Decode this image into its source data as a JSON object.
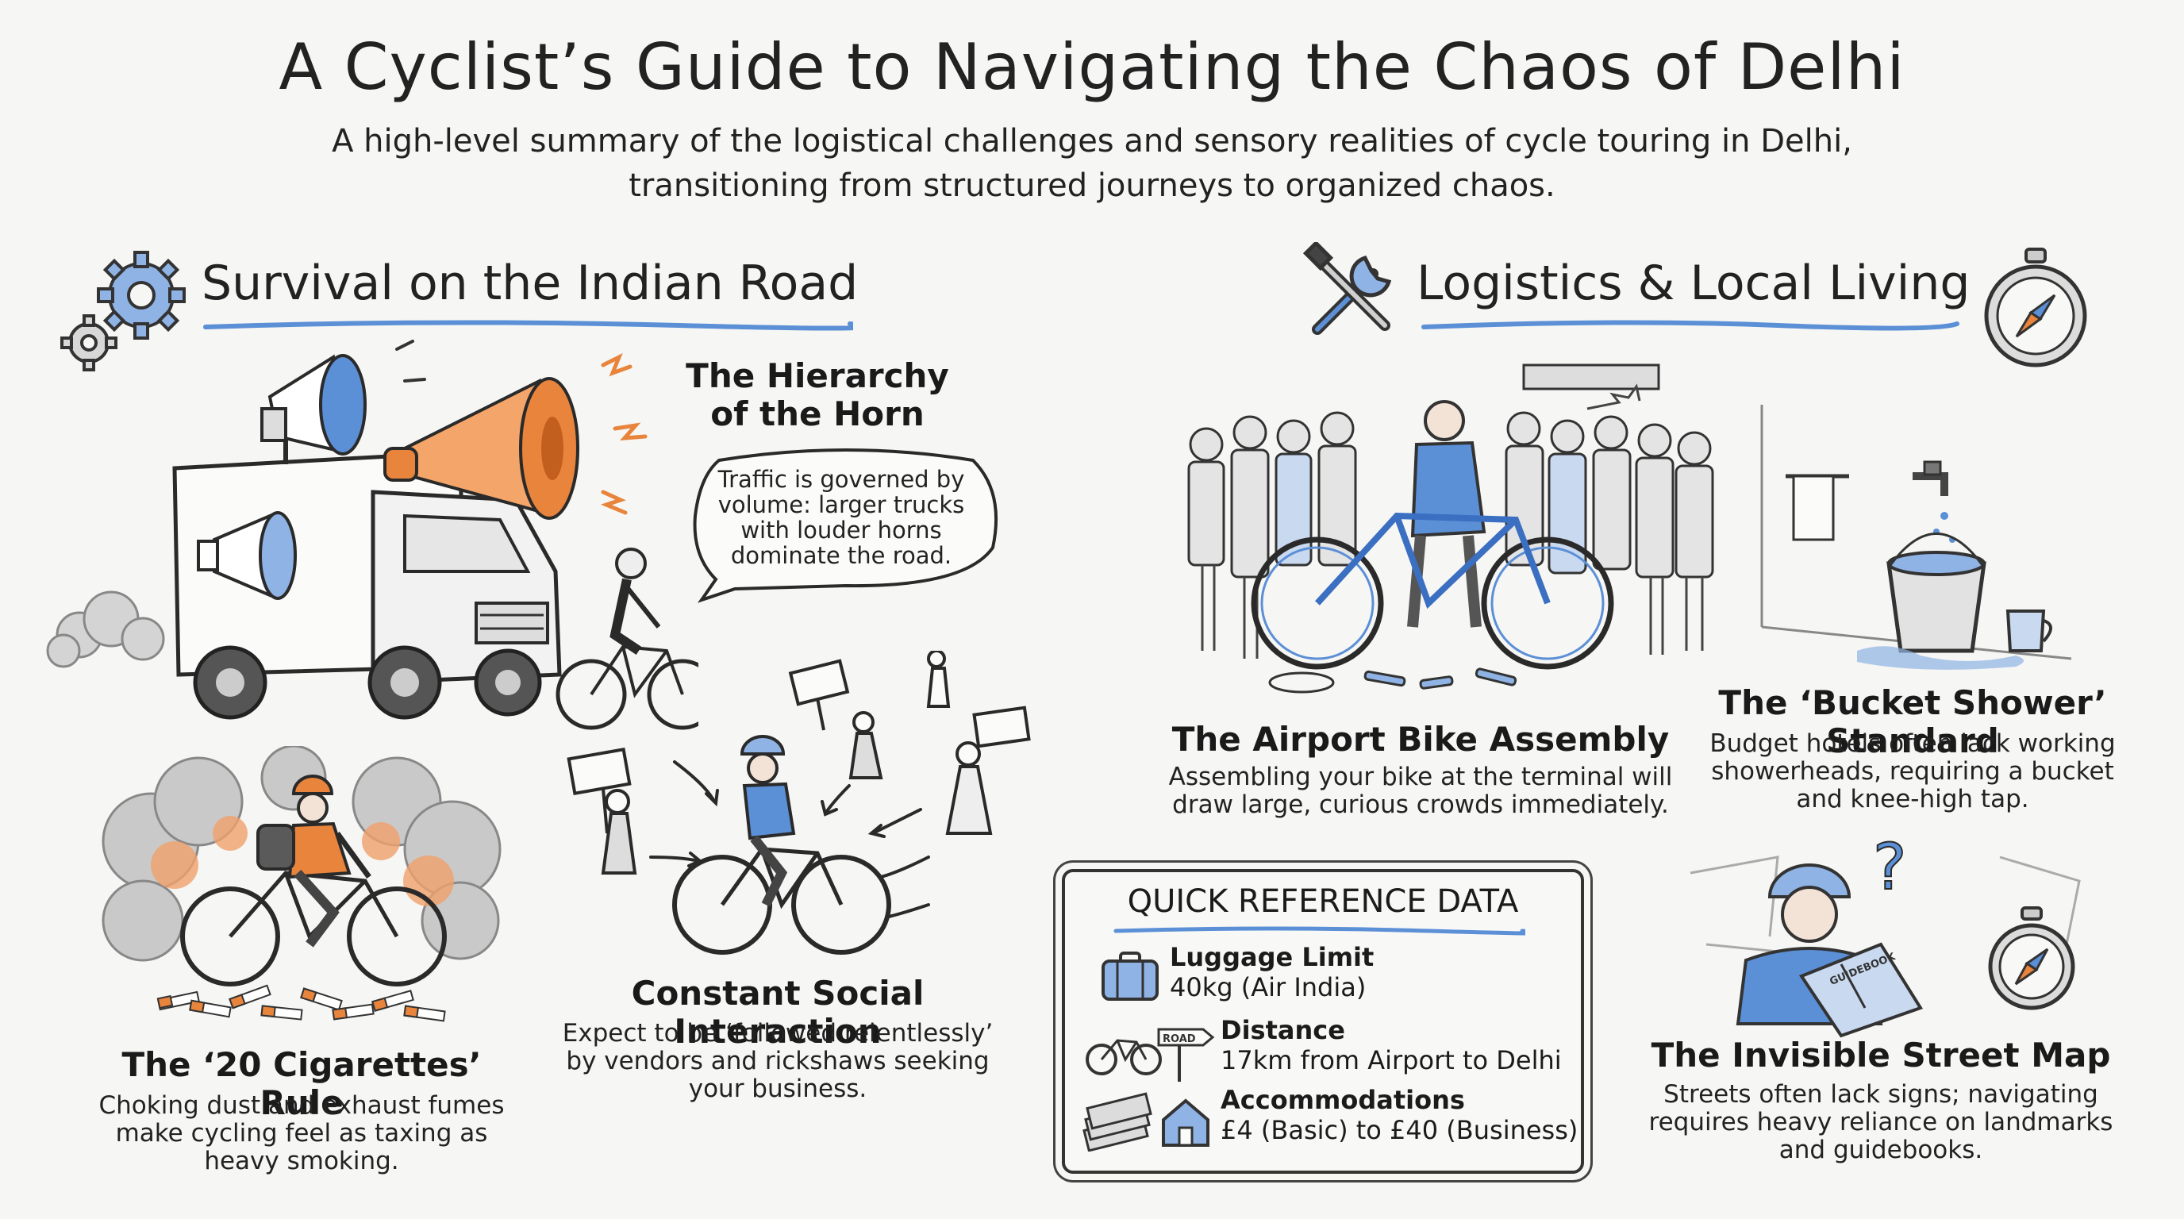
{
  "title": "A Cyclist’s Guide to Navigating the Chaos of Delhi",
  "subtitle_line1": "A high-level summary of the logistical challenges and sensory realities of cycle touring in Delhi,",
  "subtitle_line2": "transitioning from structured journeys to organized chaos.",
  "sections": {
    "left": {
      "title": "Survival on the Indian Road"
    },
    "right": {
      "title": "Logistics & Local Living"
    }
  },
  "cards": {
    "horn": {
      "title_line1": "The Hierarchy",
      "title_line2": "of the Horn",
      "desc_line1": "Traffic is governed by",
      "desc_line2": "volume: larger trucks",
      "desc_line3": "with louder horns",
      "desc_line4": "dominate the road."
    },
    "cigarettes": {
      "title": "The ‘20 Cigarettes’ Rule",
      "desc_line1": "Choking dust and exhaust fumes",
      "desc_line2": "make cycling feel as taxing as",
      "desc_line3": "heavy smoking."
    },
    "social": {
      "title": "Constant Social Interaction",
      "desc_line1": "Expect to be ‘followed relentlessly’",
      "desc_line2": "by vendors and rickshaws seeking",
      "desc_line3": "your business."
    },
    "airport": {
      "title": "The Airport Bike Assembly",
      "desc_line1": "Assembling your bike at the terminal will",
      "desc_line2": "draw large, curious crowds immediately."
    },
    "bucket": {
      "title": "The ‘Bucket Shower’ Standard",
      "desc_line1": "Budget hotels often lack working",
      "desc_line2": "showerheads, requiring a bucket",
      "desc_line3": "and knee-high tap."
    },
    "streetmap": {
      "title": "The Invisible Street Map",
      "desc_line1": "Streets often lack signs; navigating",
      "desc_line2": "requires heavy reliance on landmarks",
      "desc_line3": "and guidebooks."
    }
  },
  "quick_reference": {
    "heading": "QUICK REFERENCE DATA",
    "items": [
      {
        "label": "Luggage Limit",
        "value": "40kg (Air India)",
        "icon": "suitcase-icon"
      },
      {
        "label": "Distance",
        "value": "17km from Airport to Delhi",
        "icon": "bicycle-road-sign-icon",
        "sign_text": "ROAD"
      },
      {
        "label": "Accommodations",
        "value": "£4 (Basic) to £40 (Business)",
        "icon": "money-house-icon"
      }
    ]
  },
  "book_cover_text": "GUIDEBOOK",
  "colors": {
    "accent_blue": "#5b8fd6",
    "accent_orange": "#e8843c",
    "ink": "#2a2a2a"
  }
}
